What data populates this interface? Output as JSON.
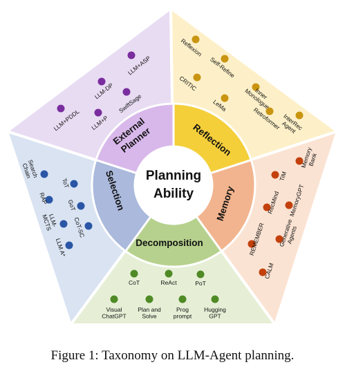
{
  "center": {
    "line1": "Planning",
    "line2": "Ability"
  },
  "caption": "Figure 1: Taxonomy on LLM-Agent planning.",
  "colors": {
    "planner": {
      "bg": "#e8dcf3",
      "ring": "#d8b8ea",
      "dot": "#7a2d9e"
    },
    "reflection": {
      "bg": "#fdf0c8",
      "ring": "#f4cf3a",
      "dot": "#c99510"
    },
    "memory": {
      "bg": "#fbe3d3",
      "ring": "#f2b48e",
      "dot": "#c3410c"
    },
    "decomposition": {
      "bg": "#e6efd6",
      "ring": "#b6d18d",
      "dot": "#4f8a25"
    },
    "selection": {
      "bg": "#d9e3f2",
      "ring": "#aab9dc",
      "dot": "#2a56a5"
    }
  },
  "segments": {
    "planner": {
      "label1": "External",
      "label2": "Planner"
    },
    "reflection": {
      "label": "Reflection"
    },
    "memory": {
      "label": "Memory"
    },
    "decomposition": {
      "label": "Decomposition"
    },
    "selection": {
      "label": "Selection"
    }
  },
  "planner_items": [
    {
      "lines": [
        "LLM+PDDL"
      ]
    },
    {
      "lines": [
        "LLM-DP"
      ]
    },
    {
      "lines": [
        "LLM+ASP"
      ]
    },
    {
      "lines": [
        "LLM+P"
      ]
    },
    {
      "lines": [
        "SwiftSage"
      ]
    }
  ],
  "reflection_items": [
    {
      "lines": [
        "Reflexion"
      ]
    },
    {
      "lines": [
        "Self-Refine"
      ]
    },
    {
      "lines": [
        "CRITIC"
      ]
    },
    {
      "lines": [
        "LeMa"
      ]
    },
    {
      "lines": [
        "Inner",
        "Monologue"
      ]
    },
    {
      "lines": [
        "Retroformer"
      ]
    },
    {
      "lines": [
        "InterRec",
        "Agent"
      ]
    }
  ],
  "memory_items": [
    {
      "lines": [
        "Memory",
        "Bank"
      ]
    },
    {
      "lines": [
        "TiM"
      ]
    },
    {
      "lines": [
        "RecMind"
      ]
    },
    {
      "lines": [
        "MemoryGPT"
      ]
    },
    {
      "lines": [
        "REMEMBER"
      ]
    },
    {
      "lines": [
        "Generative",
        "Agents"
      ]
    },
    {
      "lines": [
        "CALM"
      ]
    }
  ],
  "decomposition_items": [
    {
      "lines": [
        "CoT"
      ]
    },
    {
      "lines": [
        "ReAct"
      ]
    },
    {
      "lines": [
        "PoT"
      ]
    },
    {
      "lines": [
        "Visual",
        "ChatGPT"
      ]
    },
    {
      "lines": [
        "Plan and",
        "Solve"
      ]
    },
    {
      "lines": [
        "Prog",
        "prompt"
      ]
    },
    {
      "lines": [
        "Hugging",
        "GPT"
      ]
    }
  ],
  "selection_items": [
    {
      "lines": [
        "Search",
        "Chain"
      ]
    },
    {
      "lines": [
        "ToT"
      ]
    },
    {
      "lines": [
        "RAP"
      ]
    },
    {
      "lines": [
        "GoT"
      ]
    },
    {
      "lines": [
        "LLM-",
        "MCTS"
      ]
    },
    {
      "lines": [
        "CoT-SC"
      ]
    },
    {
      "lines": [
        "LLM A*"
      ]
    }
  ]
}
